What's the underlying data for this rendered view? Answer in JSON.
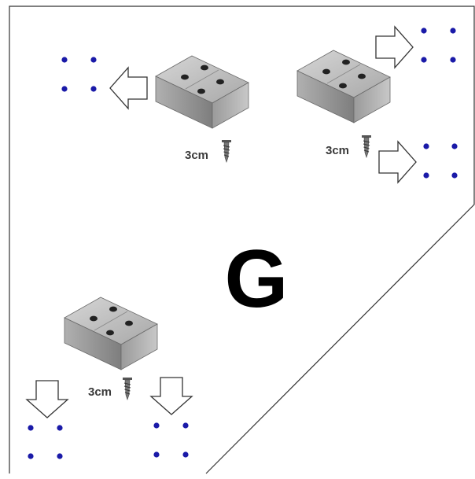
{
  "diagram": {
    "panel_letter": "G",
    "blocks": [
      {
        "id": "block-top-left",
        "dimension": "3cm",
        "arrow_direction": "left"
      },
      {
        "id": "block-top-right",
        "dimension": "3cm",
        "arrow_direction": "right"
      },
      {
        "id": "block-bottom-left",
        "dimension": "3cm",
        "arrow_direction": "down"
      }
    ],
    "hole_pattern": "2x2 dots",
    "colors": {
      "outline": "#333333",
      "dot": "#1a1aa8",
      "block_top": "#bdbdbd",
      "block_side": "#8c8c8c",
      "hole": "#222222",
      "letter": "#000000"
    },
    "icons": [
      "block-icon",
      "screw-icon",
      "arrow-icon",
      "hole-dot"
    ]
  }
}
